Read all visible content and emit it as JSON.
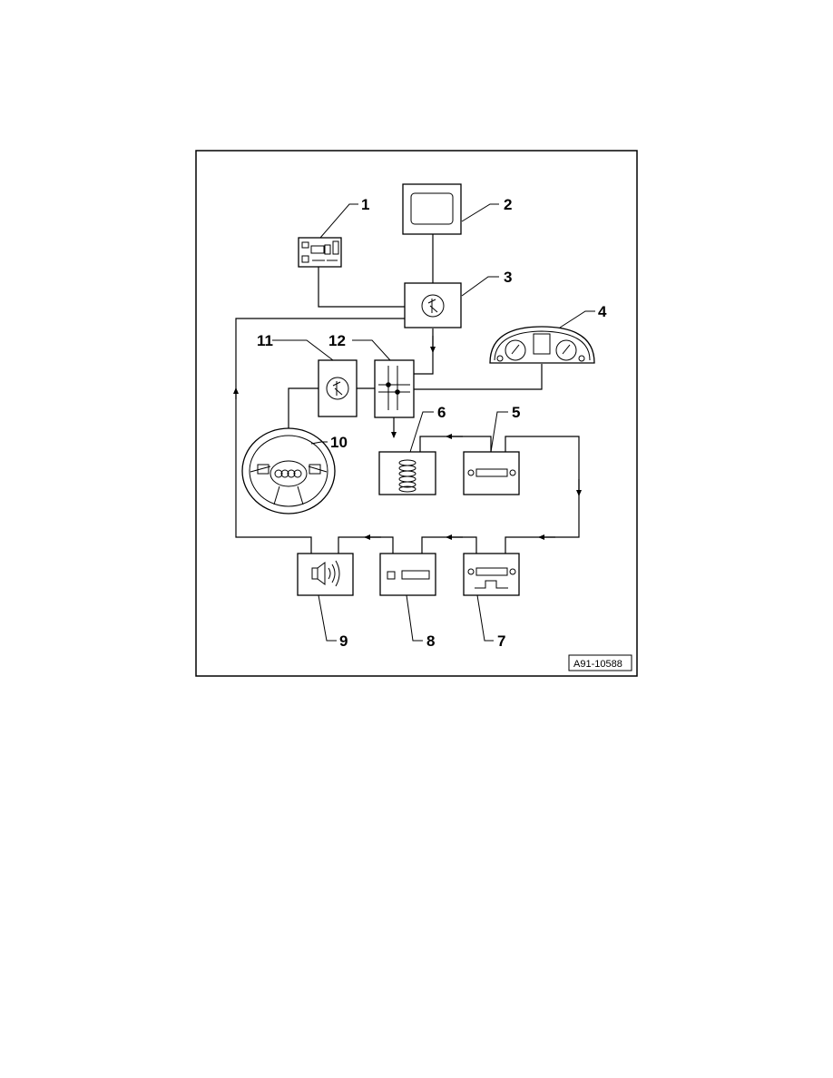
{
  "diagram": {
    "ref_code": "A91-10588",
    "labels": {
      "c1": "1",
      "c2": "2",
      "c3": "3",
      "c4": "4",
      "c5": "5",
      "c6": "6",
      "c7": "7",
      "c8": "8",
      "c9": "9",
      "c10": "10",
      "c11": "11",
      "c12": "12"
    }
  }
}
